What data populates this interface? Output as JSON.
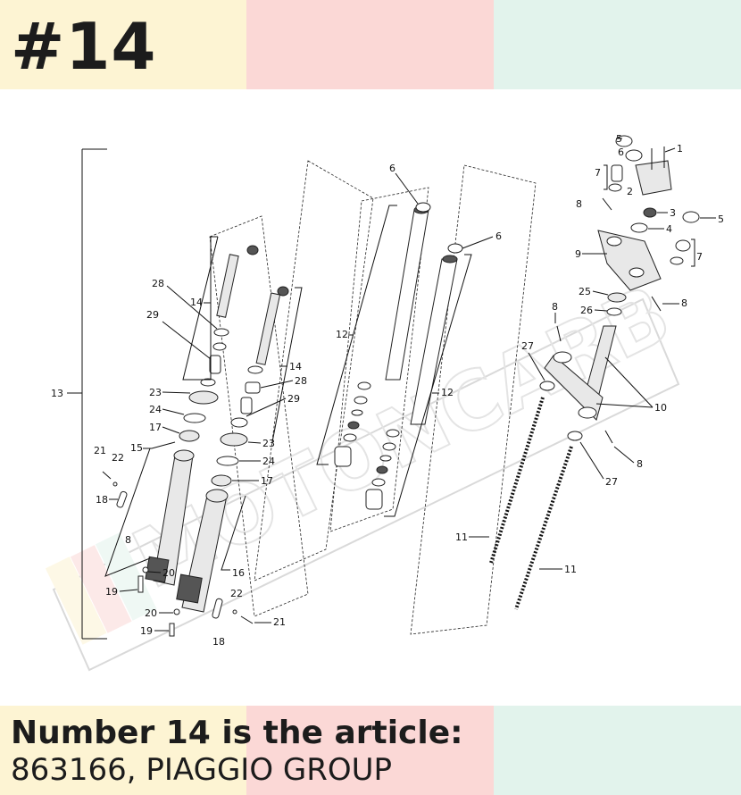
{
  "header": {
    "number": "#14"
  },
  "footer": {
    "line1": "Number 14 is the article:",
    "line2": "863166, PIAGGIO GROUP"
  },
  "colors": {
    "yellow": "#fdf4d3",
    "pink": "#fbd8d6",
    "mint": "#e2f3ec",
    "text": "#1c1c1c"
  },
  "diagram": {
    "callouts": [
      "1",
      "2",
      "3",
      "4",
      "5",
      "5",
      "6",
      "6",
      "6",
      "7",
      "7",
      "8",
      "8",
      "8",
      "8",
      "9",
      "10",
      "11",
      "11",
      "12",
      "12",
      "13",
      "14",
      "14",
      "15",
      "16",
      "17",
      "17",
      "18",
      "18",
      "19",
      "19",
      "20",
      "20",
      "21",
      "21",
      "22",
      "22",
      "23",
      "23",
      "24",
      "24",
      "25",
      "26",
      "27",
      "27",
      "28",
      "28",
      "29",
      "29"
    ],
    "watermark_logo": "motoncarb"
  }
}
